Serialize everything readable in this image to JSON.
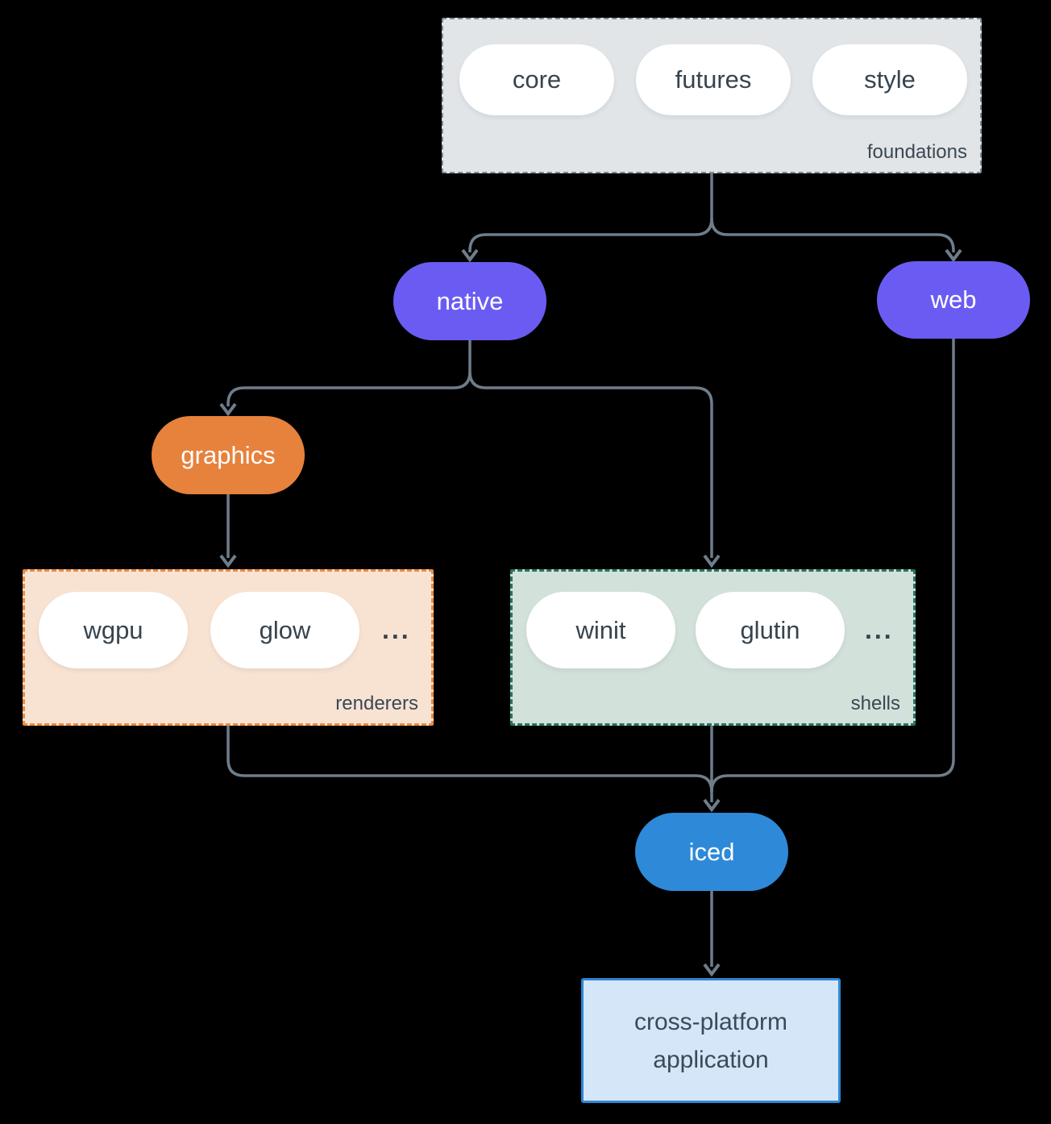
{
  "colors": {
    "background": "#000000",
    "arrow": "#6e7d8a",
    "node_text_dark": "#36444f",
    "node_text_light": "#ffffff",
    "purple": "#6a5cf2",
    "orange": "#e6823c",
    "blue": "#2e89d8",
    "foundations_fill": "#e1e5e8",
    "foundations_border": "#7d8c99",
    "renderers_fill": "#f8e3d3",
    "renderers_border": "#ec8a3e",
    "shells_fill": "#d3e1db",
    "shells_border": "#267565",
    "app_fill": "#d4e6f8",
    "app_border": "#2f86d4"
  },
  "groups": {
    "foundations": {
      "label": "foundations",
      "pills": [
        "core",
        "futures",
        "style"
      ]
    },
    "renderers": {
      "label": "renderers",
      "pills": [
        "wgpu",
        "glow"
      ],
      "ellipsis": "..."
    },
    "shells": {
      "label": "shells",
      "pills": [
        "winit",
        "glutin"
      ],
      "ellipsis": "..."
    }
  },
  "nodes": {
    "native": "native",
    "web": "web",
    "graphics": "graphics",
    "iced": "iced"
  },
  "app_box": {
    "line1": "cross-platform",
    "line2": "application"
  }
}
